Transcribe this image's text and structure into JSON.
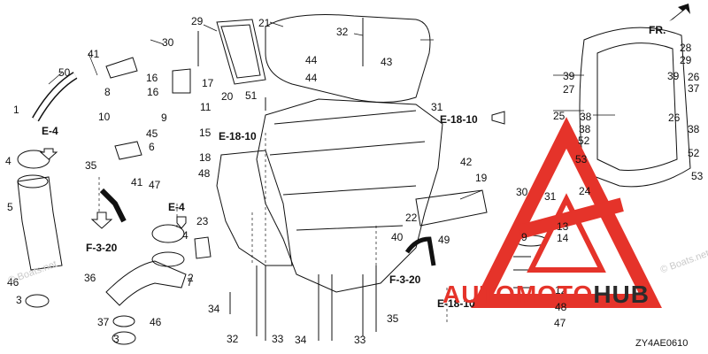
{
  "diagram": {
    "code": "ZY4AE0610",
    "direction_label": "FR.",
    "watermark_text": "© Boats.net",
    "brand": {
      "part1": "AUTO",
      "part2": "MOTO",
      "part3": "HUB",
      "color_red": "#e5332a",
      "color_dark": "#2b2b2b"
    },
    "references": [
      "E-4",
      "E-4",
      "F-3-20",
      "E-18-10",
      "E-18-10",
      "F-3-20",
      "E-18-10"
    ],
    "callouts": [
      "1",
      "3",
      "3",
      "4",
      "4",
      "5",
      "6",
      "7",
      "8",
      "9",
      "10",
      "11",
      "12",
      "13",
      "14",
      "15",
      "16",
      "17",
      "18",
      "19",
      "20",
      "21",
      "22",
      "23",
      "24",
      "25",
      "26",
      "26",
      "27",
      "28",
      "29",
      "29",
      "30",
      "30",
      "31",
      "31",
      "32",
      "32",
      "33",
      "33",
      "34",
      "34",
      "35",
      "35",
      "36",
      "37",
      "37",
      "38",
      "38",
      "38",
      "39",
      "39",
      "40",
      "41",
      "41",
      "42",
      "43",
      "44",
      "44",
      "45",
      "46",
      "46",
      "47",
      "47",
      "48",
      "48",
      "49",
      "50",
      "51",
      "52",
      "52",
      "53",
      "53",
      "2",
      "16",
      "9"
    ]
  }
}
